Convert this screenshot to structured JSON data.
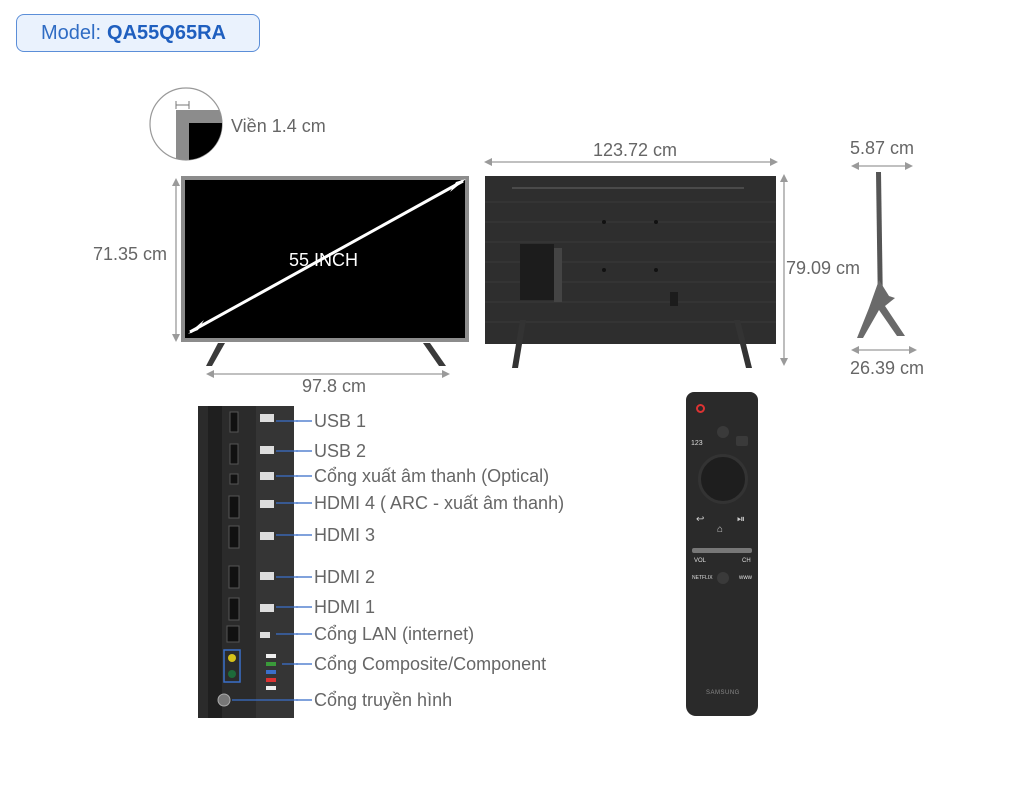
{
  "model": {
    "prefix": "Model:",
    "code": "QA55Q65RA"
  },
  "bezel_label": "Viền 1.4 cm",
  "front": {
    "diagonal_label": "55 INCH",
    "height_label": "71.35 cm",
    "width_label": "97.8 cm"
  },
  "back": {
    "width_label": "123.72 cm",
    "height_label": "79.09 cm"
  },
  "side": {
    "depth_label": "5.87 cm",
    "stand_depth_label": "26.39 cm"
  },
  "ports": [
    "USB 1",
    "USB 2",
    "Cổng xuất âm thanh (Optical)",
    "HDMI 4 ( ARC - xuất âm thanh)",
    "HDMI 3",
    "HDMI 2",
    "HDMI 1",
    "Cổng LAN (internet)",
    "Cổng Composite/Component",
    "Cổng truyền hình"
  ],
  "remote": {
    "brand": "SAMSUNG",
    "vol_label": "VOL",
    "ch_label": "CH",
    "netflix_label": "NETFLIX",
    "www_label": "www",
    "num_label": "123"
  },
  "colors": {
    "accent": "#2f6cc4",
    "arrow": "#9a9a9a",
    "connector": "#3b6fc9",
    "screen": "#000000",
    "bezel": "#8c8c8c"
  }
}
